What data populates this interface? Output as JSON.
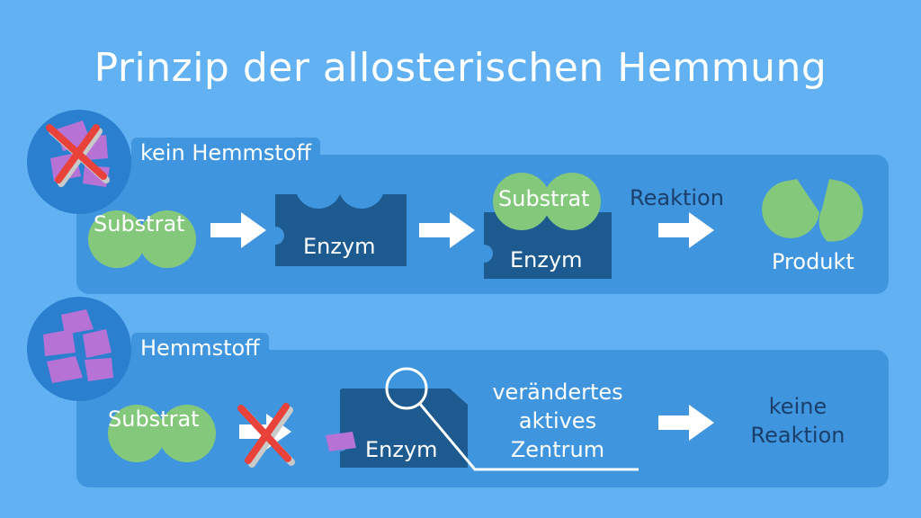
{
  "title": "Prinzip der allosterischen Hemmung",
  "rows": {
    "top": {
      "tab": "kein Hemmstoff",
      "substrate": "Substrat",
      "enzyme": "Enzym",
      "complex_substrate": "Substrat",
      "complex_enzyme": "Enzym",
      "reaction": "Reaktion",
      "product": "Produkt"
    },
    "bottom": {
      "tab": "Hemmstoff",
      "substrate": "Substrat",
      "enzyme": "Enzym",
      "changed_site_1": "verändertes",
      "changed_site_2": "aktives",
      "changed_site_3": "Zentrum",
      "no_reaction_1": "keine",
      "no_reaction_2": "Reaktion"
    }
  },
  "colors": {
    "background": "#62b2f3",
    "panel": "#3f95de",
    "substrate": "#84c87c",
    "enzyme": "#1d5a8f",
    "inhibitor": "#b772d6",
    "cross": "#e8423a"
  }
}
